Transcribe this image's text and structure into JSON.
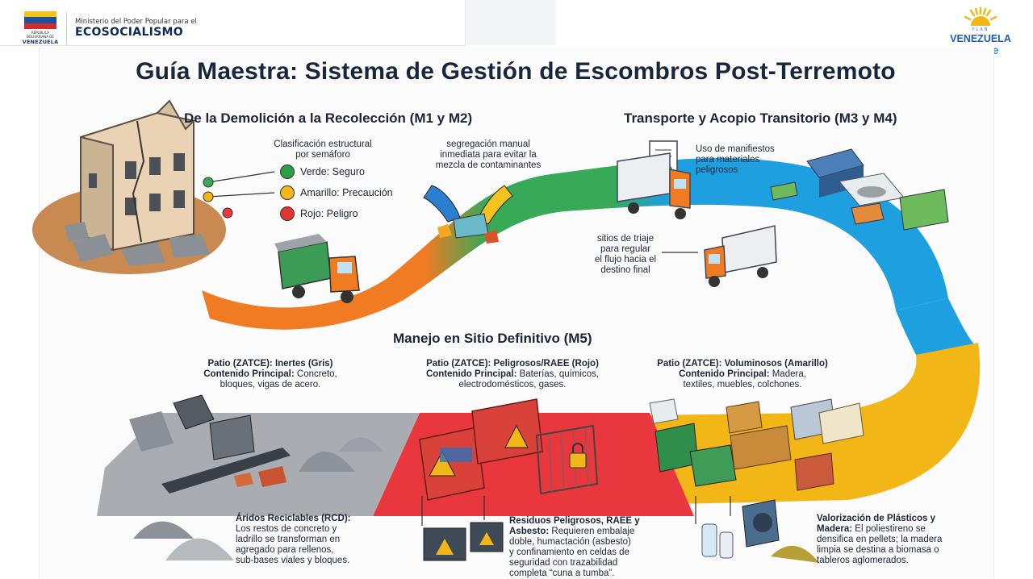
{
  "header": {
    "ministry_caption": "REPÚBLICA BOLIVARIANA DE",
    "ministry_country": "VENEZUELA",
    "ministry_line1": "Ministerio del Poder Popular para el",
    "ministry_line2": "ECOSOCIALISMO",
    "logo_plan": "PLAN",
    "logo_venezuela": "VENEZUELA",
    "logo_renace": "renace"
  },
  "title": "Guía Maestra: Sistema de Gestión de Escombros Post-Terremoto",
  "sections": {
    "m1_m2": "De la Demolición a la Recolección (M1 y M2)",
    "m3_m4": "Transporte y Acopio Transitorio (M3 y M4)",
    "m5": "Manejo en Sitio Definitivo (M5)"
  },
  "semaforo": {
    "heading": [
      "Clasificación estructural",
      "por semáforo"
    ],
    "items": [
      {
        "label": "Verde: Seguro",
        "color": "#2e9e46"
      },
      {
        "label": "Amarillo: Precaución",
        "color": "#f3b71b"
      },
      {
        "label": "Rojo: Peligro",
        "color": "#e2352f"
      }
    ]
  },
  "segregation": [
    "segregación manual",
    "inmediata para evitar la",
    "mezcla de contaminantes"
  ],
  "manifests": [
    "Uso de manifiestos",
    "para materiales",
    "peligrosos"
  ],
  "triage": [
    "sitios de triaje",
    "para regular",
    "el flujo hacia el",
    "destino final"
  ],
  "patios": [
    {
      "title": "Patio (ZATCE): Inertes (Gris)",
      "content_label": "Contenido Principal:",
      "content_rest": " Concreto,",
      "line3": "bloques, vigas de acero."
    },
    {
      "title": "Patio (ZATCE): Peligrosos/RAEE (Rojo)",
      "content_label": "Contenido Principal:",
      "content_rest": " Baterías, químicos,",
      "line3": "electrodomésticos, gases."
    },
    {
      "title": "Patio (ZATCE): Voluminosos (Amarillo)",
      "content_label": "Contenido Principal:",
      "content_rest": " Madera,",
      "line3": "textiles, muebles, colchones."
    }
  ],
  "outcomes": [
    {
      "bold": "Áridos Reciclables (RCD):",
      "lines": [
        "Los restos de concreto y",
        "ladrillo se transforman en",
        "agregado para rellenos,",
        "sub-bases viales y bloques."
      ]
    },
    {
      "bold1": "Residuos Peligrosos, RAEE y",
      "bold2": "Asbesto:",
      "line2_rest": " Requieren embalaje",
      "lines": [
        "doble, humactación (asbesto)",
        "y confinamiento en celdas de",
        "seguridad con trazabilidad",
        "completa “cuna a tumba”."
      ]
    },
    {
      "bold1": "Valorización de Plásticos y",
      "bold2": "Madera:",
      "line2_rest": " El poliestireno se",
      "lines": [
        "densifica en pellets; la madera",
        "limpia se destina a biomasa o",
        "tableros aglomerados."
      ]
    }
  ],
  "colors": {
    "orange": "#f07b22",
    "green": "#37a957",
    "blue": "#1e9fe0",
    "gold": "#f3b617",
    "gray": "#a9adb2",
    "red": "#e8383d",
    "title": "#19273d"
  }
}
